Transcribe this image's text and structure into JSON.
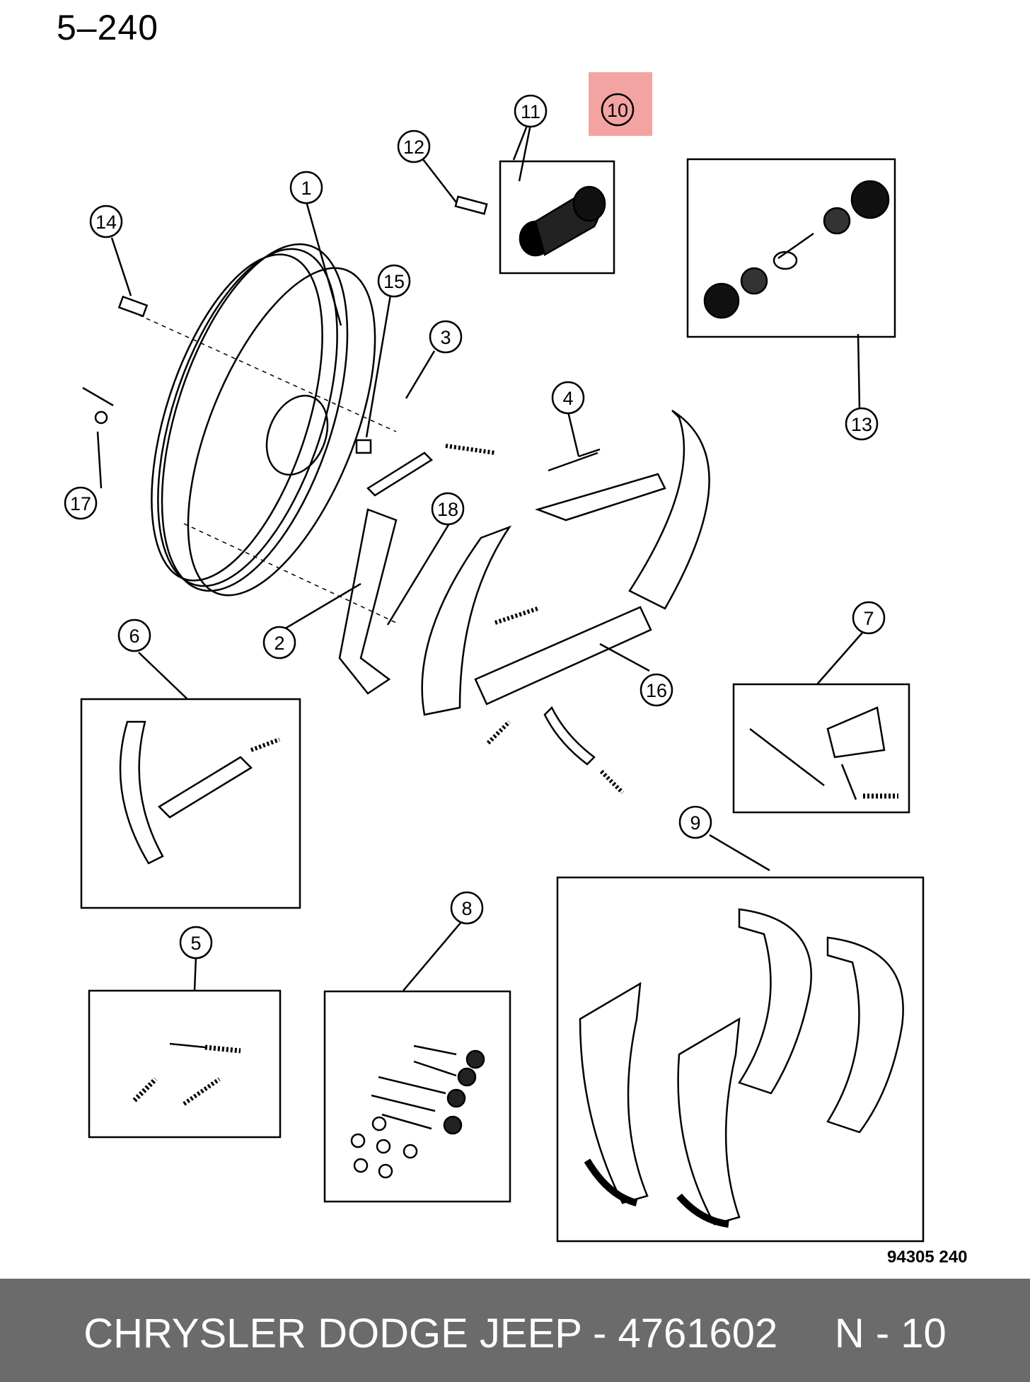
{
  "page": {
    "title": "5–240",
    "figure_code": "94305  240"
  },
  "callouts": [
    "1",
    "2",
    "3",
    "4",
    "5",
    "6",
    "7",
    "8",
    "9",
    "10",
    "11",
    "12",
    "13",
    "14",
    "15",
    "16",
    "17",
    "18"
  ],
  "highlight": {
    "callout": "10",
    "color": "#f4a3a3"
  },
  "footer": {
    "text": "CHRYSLER DODGE JEEP - 4761602     N - 10",
    "background": "#6b6b6b",
    "color": "#ffffff"
  }
}
